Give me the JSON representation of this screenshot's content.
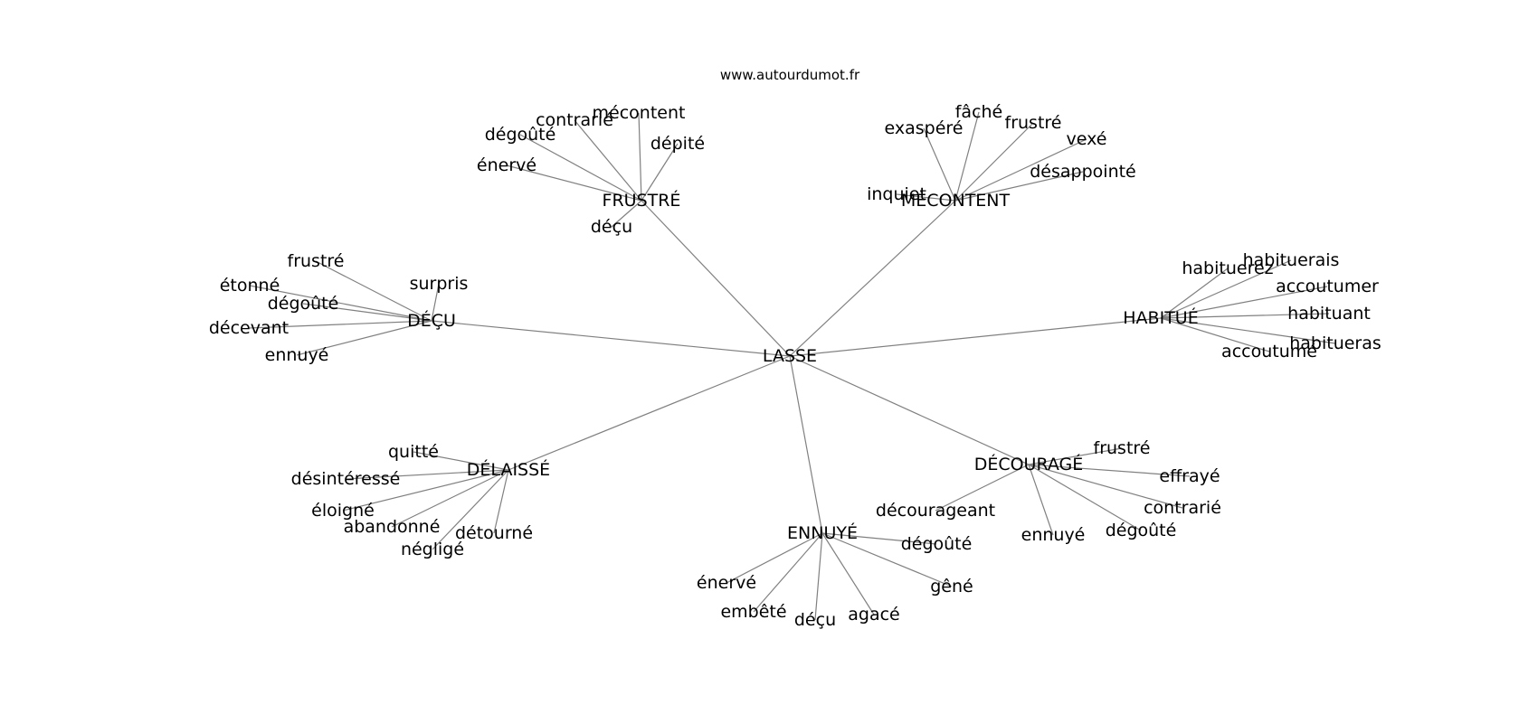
{
  "site": "www.autourdumot.fr",
  "root": "LASSE",
  "groups": [
    {
      "label": "FRUSTRÉ",
      "words": [
        "mécontent",
        "contrarié",
        "dégoûté",
        "dépité",
        "énervé",
        "déçu"
      ]
    },
    {
      "label": "MÉCONTENT",
      "words": [
        "fâché",
        "exaspéré",
        "frustré",
        "vexé",
        "désappointé",
        "inquiet"
      ]
    },
    {
      "label": "DÉÇU",
      "words": [
        "frustré",
        "surpris",
        "étonné",
        "dégoûté",
        "décevant",
        "ennuyé"
      ]
    },
    {
      "label": "HABITUÉ",
      "words": [
        "habituerais",
        "habituerez",
        "accoutumer",
        "habituant",
        "habitueras",
        "accoutumé"
      ]
    },
    {
      "label": "DÉLAISSÉ",
      "words": [
        "quitté",
        "désintéressé",
        "éloigné",
        "abandonné",
        "détourné",
        "négligé"
      ]
    },
    {
      "label": "DÉCOURAGÉ",
      "words": [
        "frustré",
        "effrayé",
        "contrarié",
        "décourageant",
        "dégoûté",
        "ennuyé"
      ]
    },
    {
      "label": "ENNUYÉ",
      "words": [
        "dégoûté",
        "énervé",
        "gêné",
        "embêté",
        "déçu",
        "agacé"
      ]
    }
  ]
}
